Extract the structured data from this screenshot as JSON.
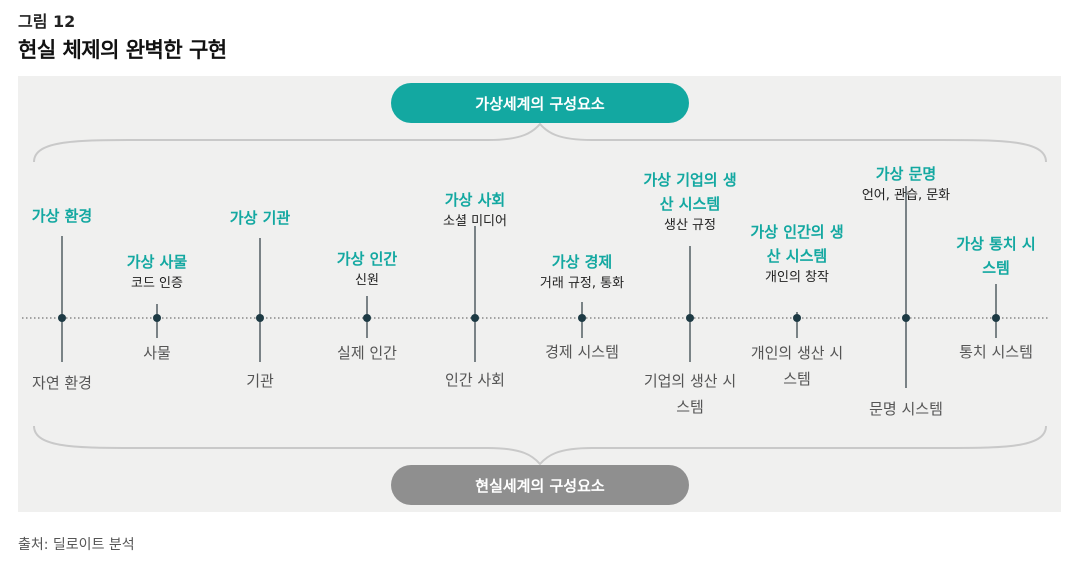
{
  "figure": {
    "label": "그림 12",
    "title": "현실 체제의 완벽한 구현",
    "source": "출처: 딜로이트 분석"
  },
  "virtual_header": "가상세계의 구성요소",
  "real_header": "현실세계의 구성요소",
  "colors": {
    "virtual": "#13a8a1",
    "real_pill": "#8f8f8f",
    "panel": "#f0f0ef",
    "dot": "#1d3a44"
  },
  "items": [
    {
      "virtual": "가상 환경",
      "example": "",
      "real": "자연 환경"
    },
    {
      "virtual": "가상 사물",
      "example": "코드 인증",
      "real": "사물"
    },
    {
      "virtual": "가상 기관",
      "example": "",
      "real": "기관"
    },
    {
      "virtual": "가상 인간",
      "example": "신원",
      "real": "실제 인간"
    },
    {
      "virtual": "가상 사회",
      "example": "소셜 미디어",
      "real": "인간 사회"
    },
    {
      "virtual": "가상 경제",
      "example": "거래 규정, 통화",
      "real": "경제 시스템"
    },
    {
      "virtual": "가상 기업의 생산 시스템",
      "example": "생산 규정",
      "real": "기업의 생산 시스템"
    },
    {
      "virtual": "가상 인간의 생산 시스템",
      "example": "개인의 창작",
      "real": "개인의 생산 시스템"
    },
    {
      "virtual": "가상 문명",
      "example": "언어, 관습, 문화",
      "real": "문명 시스템"
    },
    {
      "virtual": "가상 통치 시스템",
      "example": "",
      "real": "통치 시스템"
    }
  ]
}
